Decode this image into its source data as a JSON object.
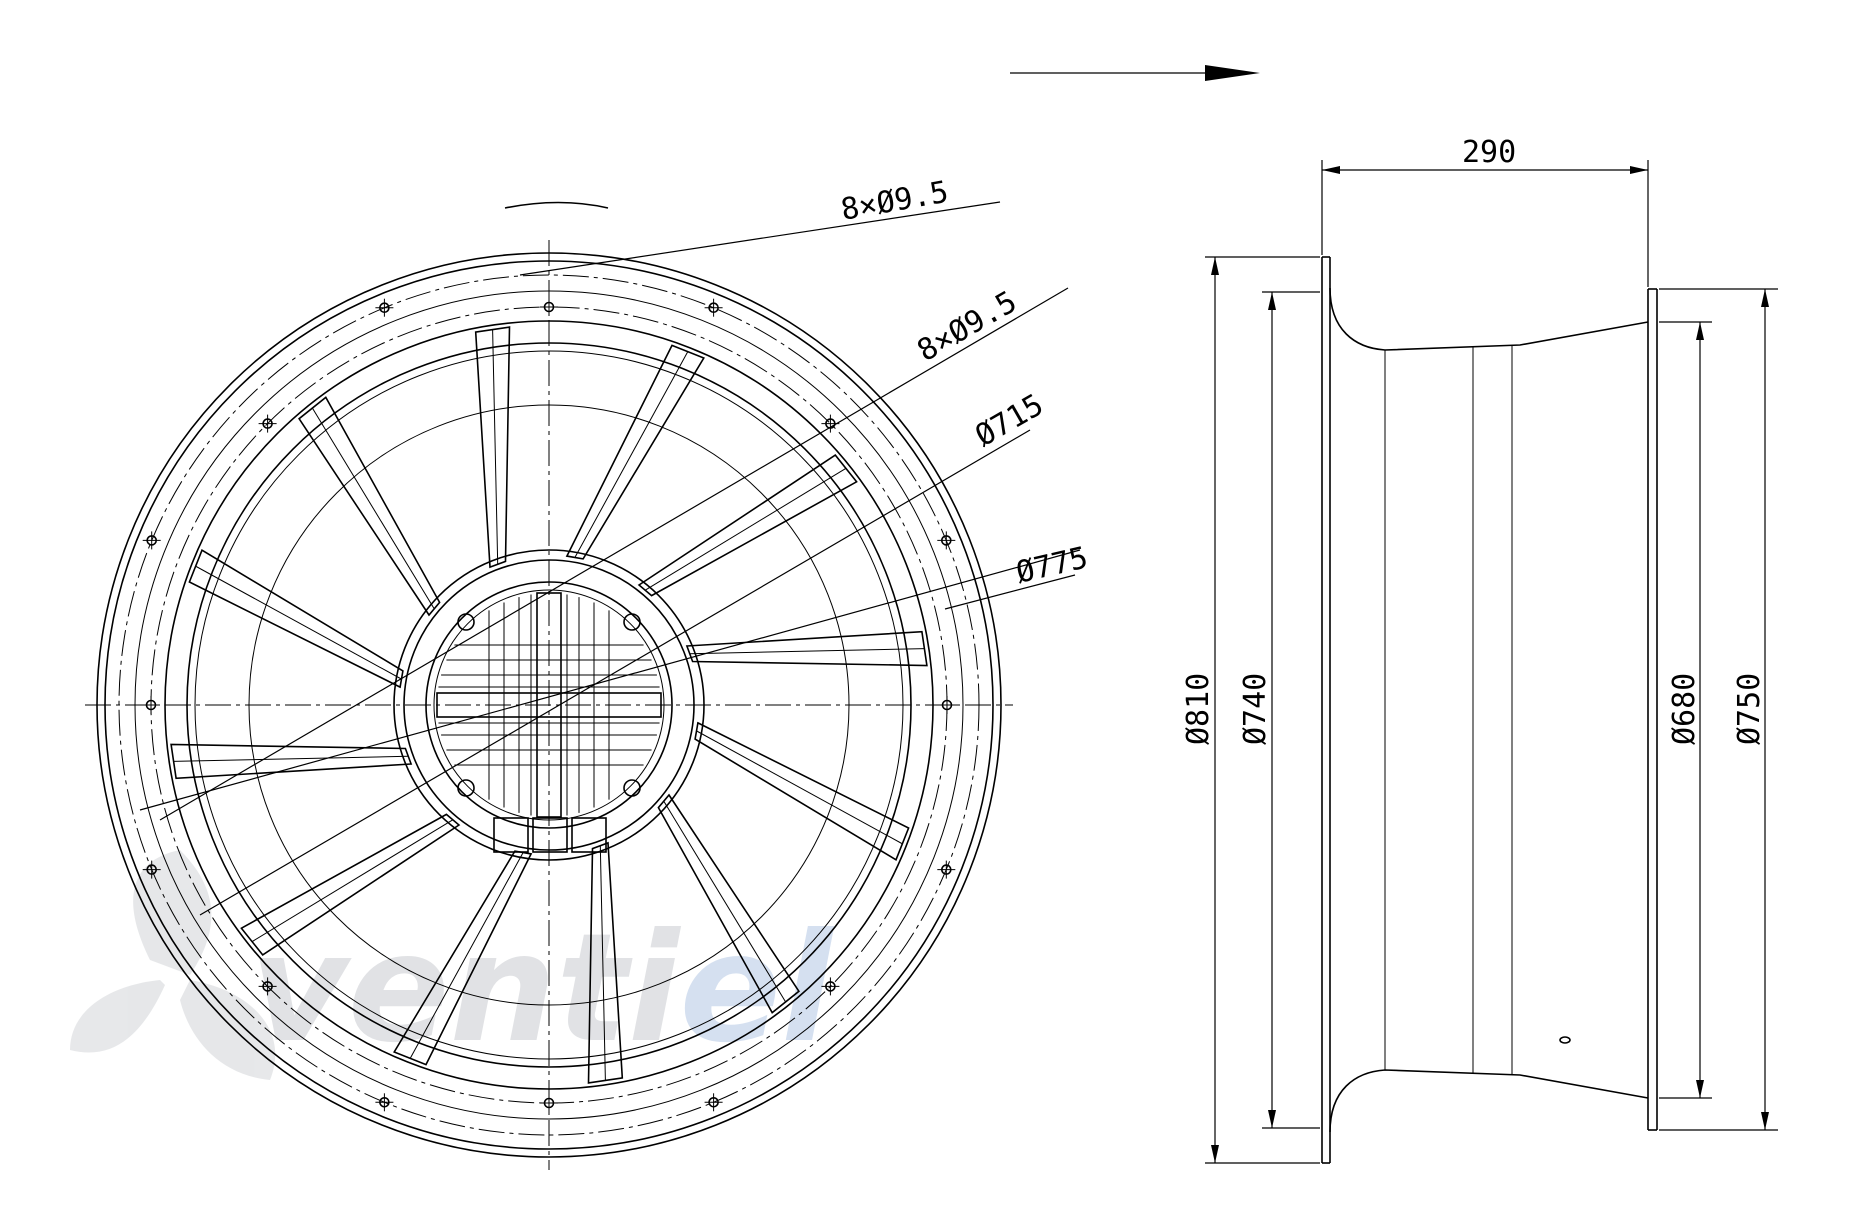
{
  "flow_direction": "right",
  "front_view": {
    "labels": {
      "holes_outer": "8×Ø9.5",
      "holes_inner": "8×Ø9.5",
      "dia_715": "Ø715",
      "dia_775": "Ø775"
    },
    "blade_count": 12,
    "hole_count_per_circle": 8
  },
  "side_view": {
    "labels": {
      "length": "290",
      "dia_810": "Ø810",
      "dia_740": "Ø740",
      "dia_680": "Ø680",
      "dia_750": "Ø750"
    }
  },
  "watermark": {
    "text_main": "venti",
    "text_accent": "el",
    "color_main": "#c9ccd0",
    "color_accent": "#b4c8e4"
  }
}
